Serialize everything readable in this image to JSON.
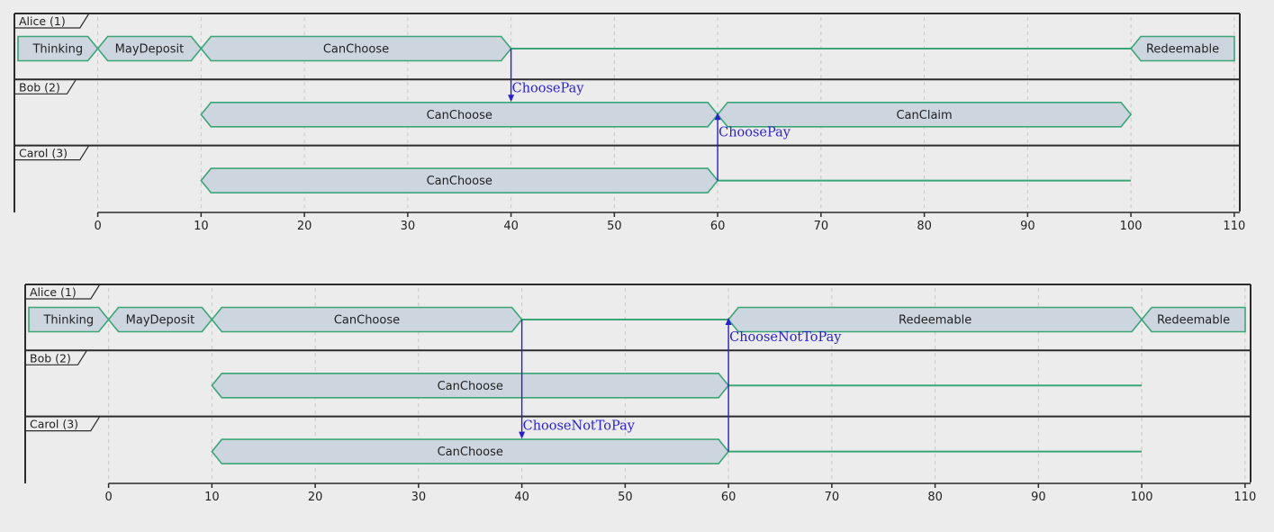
{
  "colors": {
    "background": "#ececec",
    "frame": "#2b2b2b",
    "grid": "#c8c8c8",
    "state_fill": "#cdd5df",
    "state_stroke": "#3aa676",
    "line": "#3aa676",
    "arrow": "#2a1fd0",
    "text": "#222222"
  },
  "axis_ticks": [
    0,
    10,
    20,
    30,
    40,
    50,
    60,
    70,
    80,
    90,
    100,
    110
  ],
  "diagrams": [
    {
      "lanes": [
        {
          "label": "Alice (1)",
          "segments": [
            {
              "type": "box",
              "start": -8,
              "end": 0,
              "label": "Thinking",
              "open_left": true
            },
            {
              "type": "box",
              "start": 0,
              "end": 10,
              "label": "MayDeposit"
            },
            {
              "type": "box",
              "start": 10,
              "end": 40,
              "label": "CanChoose"
            },
            {
              "type": "line",
              "start": 40,
              "end": 100
            },
            {
              "type": "box",
              "start": 100,
              "end": 110,
              "label": "Redeemable",
              "open_right": true
            }
          ]
        },
        {
          "label": "Bob (2)",
          "segments": [
            {
              "type": "box",
              "start": 10,
              "end": 60,
              "label": "CanChoose"
            },
            {
              "type": "box",
              "start": 60,
              "end": 100,
              "label": "CanClaim"
            }
          ]
        },
        {
          "label": "Carol (3)",
          "segments": [
            {
              "type": "box",
              "start": 10,
              "end": 60,
              "label": "CanChoose"
            },
            {
              "type": "line",
              "start": 60,
              "end": 100
            }
          ]
        }
      ],
      "arrows": [
        {
          "t": 40,
          "from_lane": 0,
          "to_lane": 1,
          "label": "ChoosePay",
          "label_side": "below_top"
        },
        {
          "t": 60,
          "from_lane": 2,
          "to_lane": 1,
          "label": "ChoosePay",
          "label_side": "under_target"
        }
      ]
    },
    {
      "lanes": [
        {
          "label": "Alice (1)",
          "segments": [
            {
              "type": "box",
              "start": -8,
              "end": 0,
              "label": "Thinking",
              "open_left": true
            },
            {
              "type": "box",
              "start": 0,
              "end": 10,
              "label": "MayDeposit"
            },
            {
              "type": "box",
              "start": 10,
              "end": 40,
              "label": "CanChoose"
            },
            {
              "type": "line",
              "start": 40,
              "end": 60
            },
            {
              "type": "box",
              "start": 60,
              "end": 100,
              "label": "Redeemable"
            },
            {
              "type": "box",
              "start": 100,
              "end": 110,
              "label": "Redeemable",
              "open_right": true
            }
          ]
        },
        {
          "label": "Bob (2)",
          "segments": [
            {
              "type": "box",
              "start": 10,
              "end": 60,
              "label": "CanChoose"
            },
            {
              "type": "line",
              "start": 60,
              "end": 100
            }
          ]
        },
        {
          "label": "Carol (3)",
          "segments": [
            {
              "type": "box",
              "start": 10,
              "end": 60,
              "label": "CanChoose"
            },
            {
              "type": "line",
              "start": 60,
              "end": 100
            }
          ]
        }
      ],
      "arrows": [
        {
          "t": 40,
          "from_lane": 0,
          "to_lane": 2,
          "label": "ChooseNotToPay",
          "label_side": "above_target"
        },
        {
          "t": 60,
          "from_lane": 2,
          "to_lane": 0,
          "label": "ChooseNotToPay",
          "label_side": "under_target"
        }
      ]
    }
  ]
}
